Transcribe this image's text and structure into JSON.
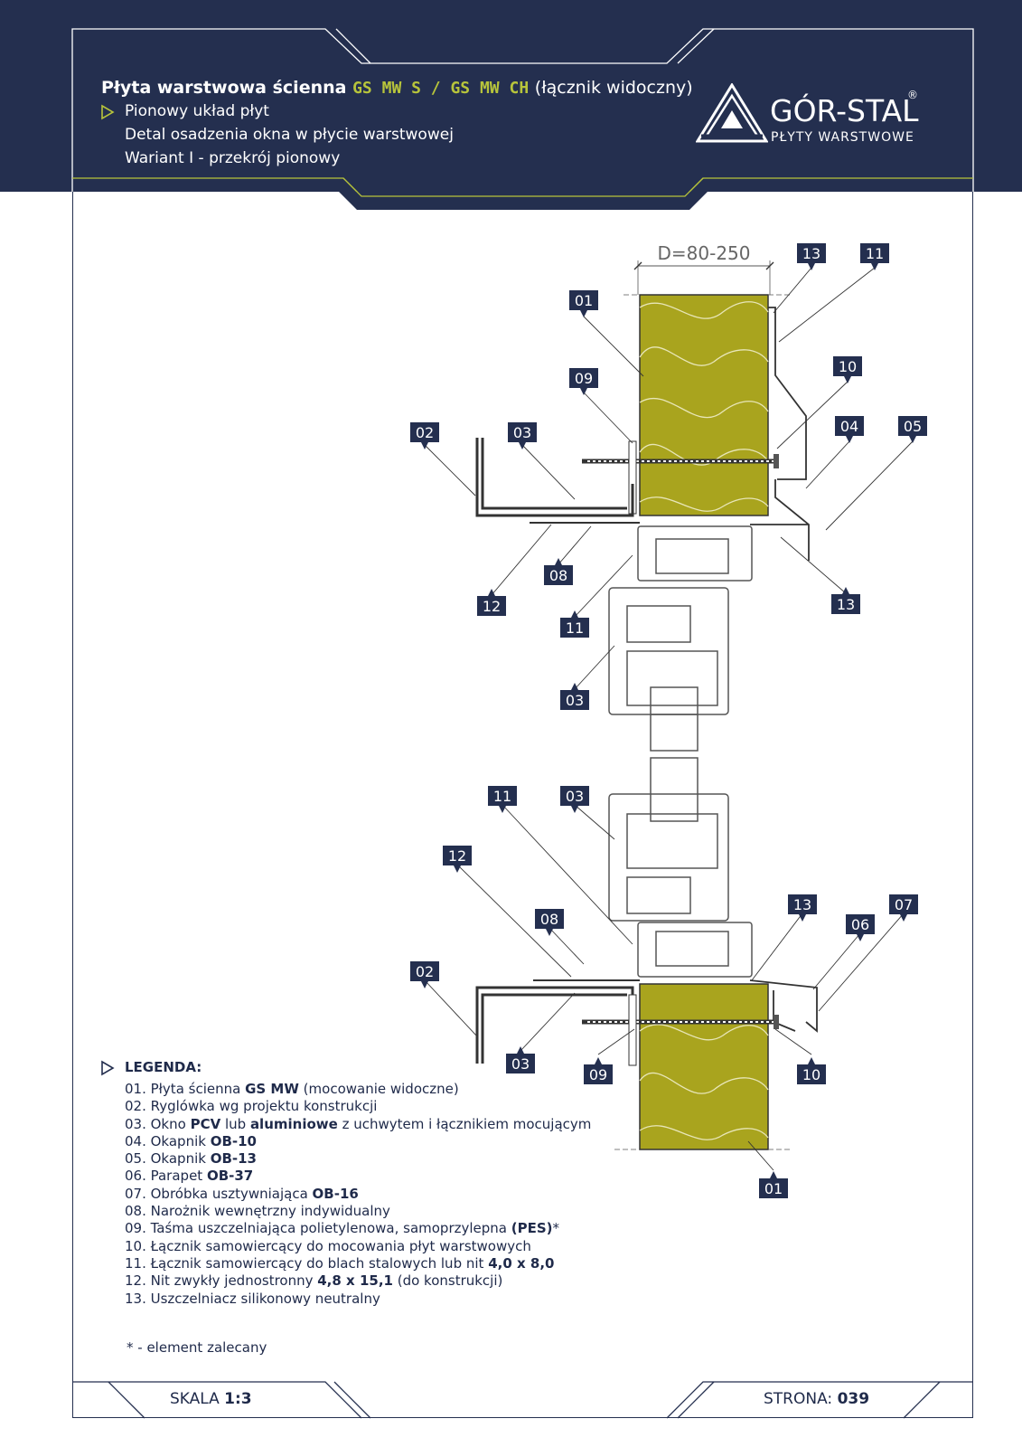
{
  "header": {
    "title_prefix": "Płyta warstwowa ścienna",
    "title_product": "GS MW S / GS MW CH",
    "title_suffix": "(łącznik widoczny)",
    "lines": [
      "Pionowy układ płyt",
      "Detal osadzenia okna w płycie warstwowej",
      "Wariant I - przekrój pionowy"
    ]
  },
  "logo": {
    "name": "GÓR-STAL",
    "registered": "®",
    "tagline": "PŁYTY WARSTWOWE"
  },
  "dimension": "D=80-250",
  "callouts": {
    "top": [
      "13",
      "11",
      "01",
      "09",
      "10",
      "02",
      "03",
      "04",
      "05",
      "08",
      "13",
      "12",
      "11",
      "03"
    ],
    "bottom": [
      "11",
      "03",
      "12",
      "08",
      "13",
      "07",
      "06",
      "02",
      "03",
      "09",
      "10",
      "01"
    ]
  },
  "legend": {
    "heading": "LEGENDA:",
    "items": [
      {
        "pre": "01. Płyta ścienna ",
        "bold": "GS MW",
        "post": " (mocowanie widoczne)"
      },
      {
        "pre": "02. Ryglówka wg projektu konstrukcji",
        "bold": "",
        "post": ""
      },
      {
        "pre": "03. Okno ",
        "bold": "PCV",
        "post": " lub ",
        "bold2": "aluminiowe",
        "post2": " z uchwytem i łącznikiem mocującym"
      },
      {
        "pre": "04. Okapnik ",
        "bold": "OB-10",
        "post": ""
      },
      {
        "pre": "05. Okapnik ",
        "bold": "OB-13",
        "post": ""
      },
      {
        "pre": "06. Parapet ",
        "bold": "OB-37",
        "post": ""
      },
      {
        "pre": "07. Obróbka usztywniająca ",
        "bold": "OB-16",
        "post": ""
      },
      {
        "pre": "08. Narożnik wewnętrzny indywidualny",
        "bold": "",
        "post": ""
      },
      {
        "pre": "09. Taśma uszczelniająca polietylenowa, samoprzylepna ",
        "bold": "(PES)",
        "post": "*"
      },
      {
        "pre": "10. Łącznik samowiercący do mocowania płyt warstwowych",
        "bold": "",
        "post": ""
      },
      {
        "pre": "11. Łącznik samowiercący do blach stalowych lub nit ",
        "bold": "4,0 x 8,0",
        "post": ""
      },
      {
        "pre": "12. Nit zwykły jednostronny ",
        "bold": "4,8 x 15,1",
        "post": " (do konstrukcji)"
      },
      {
        "pre": "13. Uszczelniacz silikonowy neutralny",
        "bold": "",
        "post": ""
      }
    ]
  },
  "note": "* -  element zalecany",
  "footer": {
    "scale_label": "SKALA",
    "scale_value": "1:3",
    "page_label": "STRONA:",
    "page_value": "039"
  },
  "colors": {
    "navy": "#242f4f",
    "accent": "#b7c43b",
    "insulation": "#a9a41e"
  }
}
